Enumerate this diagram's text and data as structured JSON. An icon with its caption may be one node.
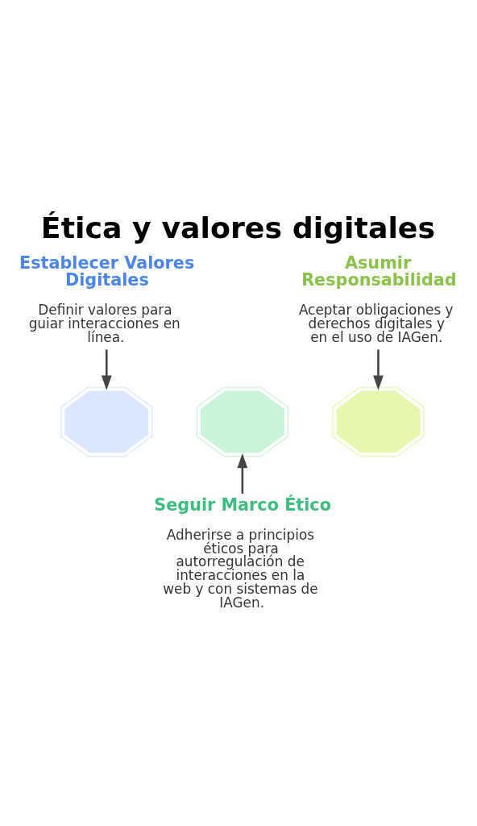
{
  "diagram": {
    "title": "Ética y valores digitales",
    "nodes": [
      {
        "text": [
          "Establecer Valores Digitales",
          "Definir valores para guiar interacciones en línea."
        ]
      },
      {
        "text": [
          "Asumir Responsabilidad",
          "Aceptar obligaciones y derechos digitales y en el uso de IAGen."
        ]
      },
      {
        "text": [],
        "shape": "gear"
      },
      {
        "text": [],
        "shape": "gear"
      },
      {
        "text": [],
        "shape": "gear"
      },
      {
        "text": [
          "Seguir Marco Ético",
          "Adherirse a principios éticos para autorregulación de interacciones en la web y con sistemas de IAGen."
        ]
      }
    ],
    "edges": [
      {
        "from": 0,
        "to": 2,
        "arrow": "to"
      },
      {
        "from": 1,
        "to": 4,
        "arrow": "to"
      },
      {
        "from": 5,
        "to": 3,
        "arrow": "to"
      }
    ]
  }
}
